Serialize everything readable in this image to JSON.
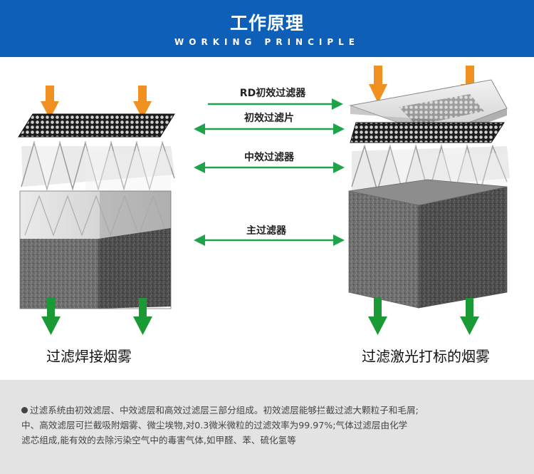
{
  "header": {
    "title": "工作原理",
    "subtitle": "WORKING PRINCIPLE"
  },
  "labels": {
    "rd": "RD初效过滤器",
    "primary": "初效过滤片",
    "medium": "中效过滤器",
    "main": "主过滤器"
  },
  "captions": {
    "left": "过滤焊接烟雾",
    "right": "过滤激光打标的烟雾"
  },
  "description": {
    "line1": "过滤系统由初效滤层、中效滤层和高效过滤层三部分组成。初效滤层能够拦截过滤大颗粒子和毛屑;",
    "line2": "中、高效滤层可拦截吸附烟雾、微尘埃物,对0.3微米微粒的过滤效率为99.97%;气体过滤层由化学",
    "line3": "滤芯组成,能有效的去除污染空气中的毒害气体,如甲醛、苯、硫化氢等"
  },
  "colors": {
    "header": "#0d5fb7",
    "arrow_in": "#f09020",
    "arrow_out": "#1a9a35",
    "connector": "#1fa34a",
    "footer": "#e3e3e3"
  }
}
